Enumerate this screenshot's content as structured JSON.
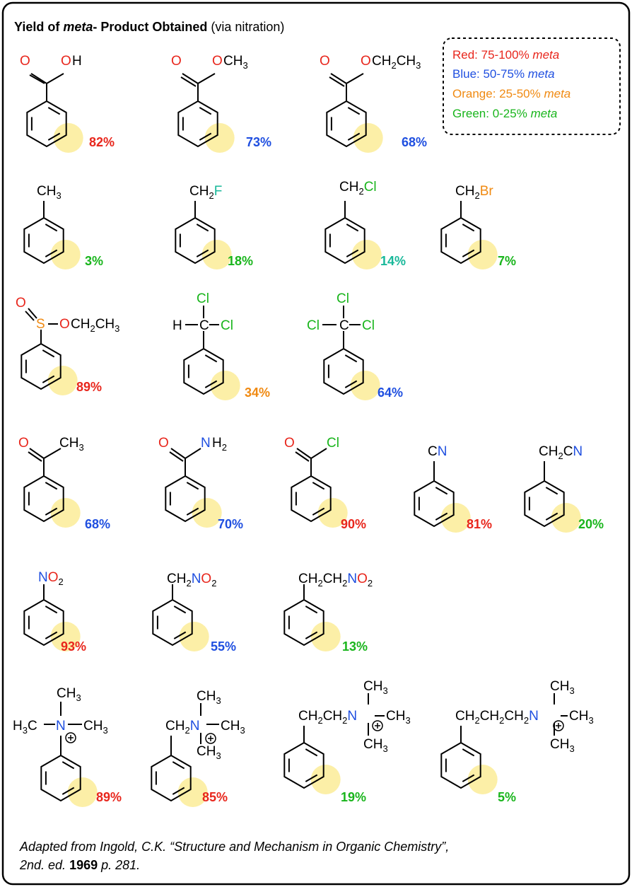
{
  "title": {
    "bold_lead": "Yield of ",
    "italic": "meta",
    "bold_tail": "- Product Obtained",
    "normal": " (via nitration)"
  },
  "legend": [
    {
      "text": "Red: 75-100% ",
      "italic": "meta",
      "color": "#e8261c"
    },
    {
      "text": "Blue: 50-75% ",
      "italic": "meta",
      "color": "#1f4fe0"
    },
    {
      "text": "Orange: 25-50% ",
      "italic": "meta",
      "color": "#f08a12"
    },
    {
      "text": "Green: 0-25% ",
      "italic": "meta",
      "color": "#19b51c"
    }
  ],
  "colors": {
    "red": "#e8261c",
    "blue": "#1f4fe0",
    "orange": "#f08a12",
    "green": "#19b51c",
    "teal": "#19b89a",
    "highlight": "#fbe98a"
  },
  "compounds": [
    {
      "id": "benzoic-acid",
      "yield": "82%",
      "color": "red"
    },
    {
      "id": "methyl-benzoate",
      "yield": "73%",
      "color": "blue"
    },
    {
      "id": "ethyl-benzoate",
      "yield": "68%",
      "color": "blue"
    },
    {
      "id": "toluene",
      "yield": "3%",
      "color": "green"
    },
    {
      "id": "benzyl-fluoride",
      "yield": "18%",
      "color": "green"
    },
    {
      "id": "benzyl-chloride",
      "yield": "14%",
      "color": "teal"
    },
    {
      "id": "benzyl-bromide",
      "yield": "7%",
      "color": "green"
    },
    {
      "id": "ethyl-sulfinate",
      "yield": "89%",
      "color": "red"
    },
    {
      "id": "benzal-chloride",
      "yield": "34%",
      "color": "orange"
    },
    {
      "id": "benzotrichloride",
      "yield": "64%",
      "color": "blue"
    },
    {
      "id": "acetophenone",
      "yield": "68%",
      "color": "blue"
    },
    {
      "id": "benzamide",
      "yield": "70%",
      "color": "blue"
    },
    {
      "id": "benzoyl-chloride",
      "yield": "90%",
      "color": "red"
    },
    {
      "id": "benzonitrile",
      "yield": "81%",
      "color": "red"
    },
    {
      "id": "benzyl-cyanide",
      "yield": "20%",
      "color": "green"
    },
    {
      "id": "nitrobenzene",
      "yield": "93%",
      "color": "red"
    },
    {
      "id": "phenylnitromethane",
      "yield": "55%",
      "color": "blue"
    },
    {
      "id": "phenylnitroethane",
      "yield": "13%",
      "color": "green"
    },
    {
      "id": "phenyltrimethylammonium",
      "yield": "89%",
      "color": "red"
    },
    {
      "id": "benzyltrimethylammonium",
      "yield": "85%",
      "color": "red"
    },
    {
      "id": "phenethyltrimethylammonium",
      "yield": "19%",
      "color": "green"
    },
    {
      "id": "phenylpropyltrimethylammonium",
      "yield": "5%",
      "color": "green"
    }
  ],
  "citation": {
    "line1": "Adapted from Ingold, C.K. “Structure and Mechanism in Organic Chemistry”,",
    "line2_lead": "2nd. ed. ",
    "line2_bold": "1969",
    "line2_tail": "  p. 281."
  }
}
